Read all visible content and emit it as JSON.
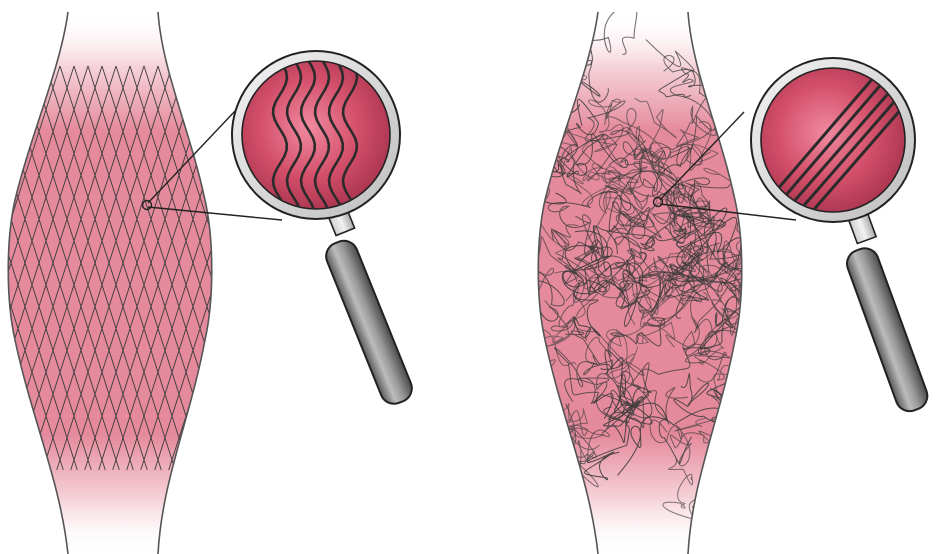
{
  "figure": {
    "panels": [
      {
        "id": "left",
        "description_key": "organized-fiber-mesh",
        "fiber_pattern": "diamond-lattice",
        "magnified_fibers": "wavy-parallel"
      },
      {
        "id": "right",
        "description_key": "disorganized-fiber-tangle",
        "fiber_pattern": "random-tangle",
        "magnified_fibers": "straight-parallel"
      }
    ],
    "colors": {
      "tissue_pink": "#e07f93",
      "lens_red": "#d4506a",
      "fiber": "#3a3a3a",
      "handle_gray": "#8a8a8a"
    }
  }
}
